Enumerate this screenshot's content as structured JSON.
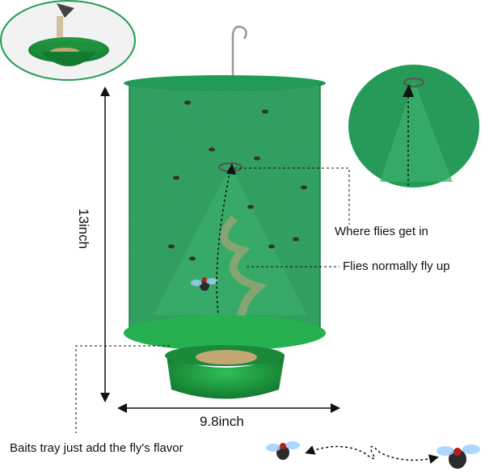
{
  "height_label": "13inch",
  "width_label": "9.8inch",
  "callouts": {
    "entry": "Where flies get in",
    "fly_up": "Flies normally fly up",
    "tray": "Baits tray just add the fly's flavor"
  },
  "colors": {
    "net_green": "#1f9d55",
    "tray_green": "#1a8a3a",
    "arrow_black": "#111111"
  }
}
